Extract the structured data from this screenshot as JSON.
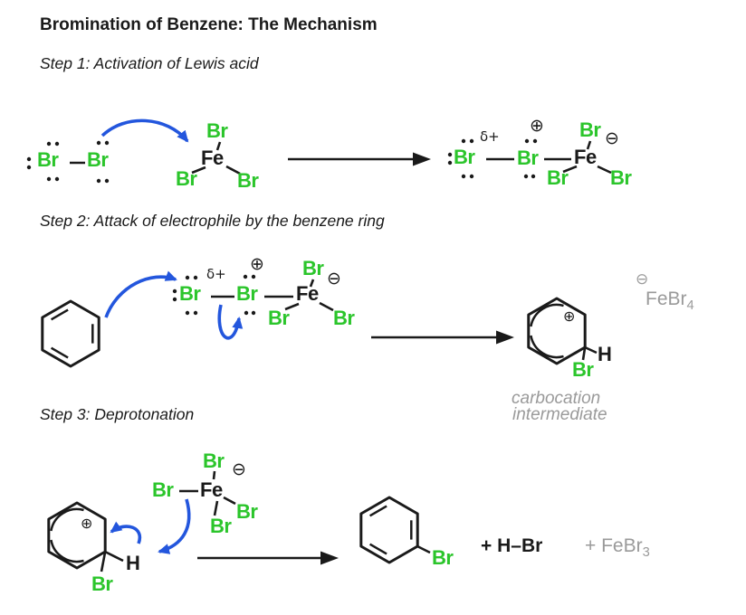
{
  "title": "Bromination of Benzene: The Mechanism",
  "steps": {
    "step1": {
      "label": "Step 1: Activation of Lewis acid"
    },
    "step2": {
      "label": "Step 2: Attack of electrophile by the benzene ring"
    },
    "step3": {
      "label": "Step 3: Deprotonation"
    }
  },
  "symbols": {
    "br": "Br",
    "fe": "Fe",
    "h": "H",
    "delta_plus": "δ+",
    "plus_charge": "⊕",
    "minus_charge": "⊖"
  },
  "labels": {
    "febr4_anion": {
      "formula": "FeBr",
      "subscript": "4"
    },
    "carbocation_line1": "carbocation",
    "carbocation_line2": "intermediate",
    "plus_hbr": "+ H–Br",
    "plus_febr3": {
      "prefix": "+ FeBr",
      "subscript": "3"
    }
  },
  "colors": {
    "bromine_green": "#2bc52b",
    "arrow_blue": "#2356dd",
    "muted_gray": "#9a9a9a",
    "ink_black": "#1a1a1a"
  }
}
